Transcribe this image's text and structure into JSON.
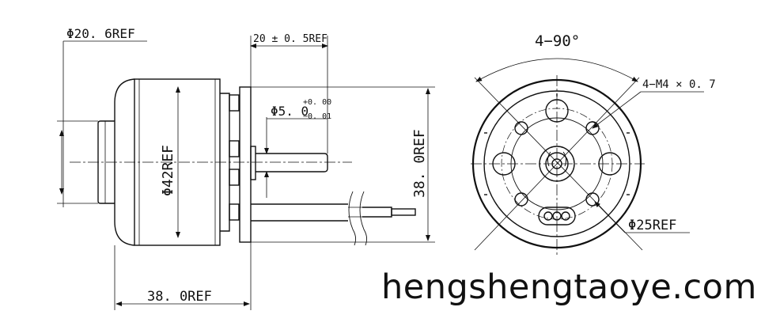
{
  "side_view": {
    "dim_shaft_boss_dia": "Φ20. 6REF",
    "dim_shaft_protrusion": "20 ± 0. 5REF",
    "dim_shaft_dia_base": "Φ5. 0",
    "dim_shaft_tol_upper": "+0. 00",
    "dim_shaft_tol_lower": "−0. 01",
    "dim_body_dia": "Φ42REF",
    "dim_flange_height": "38. 0REF",
    "dim_body_length": "38. 0REF"
  },
  "front_view": {
    "dim_angle": "4−90°",
    "dim_holes": "4−M4 × 0. 7",
    "dim_pcd": "Φ25REF"
  },
  "watermark": "hengshengtaoye.com"
}
